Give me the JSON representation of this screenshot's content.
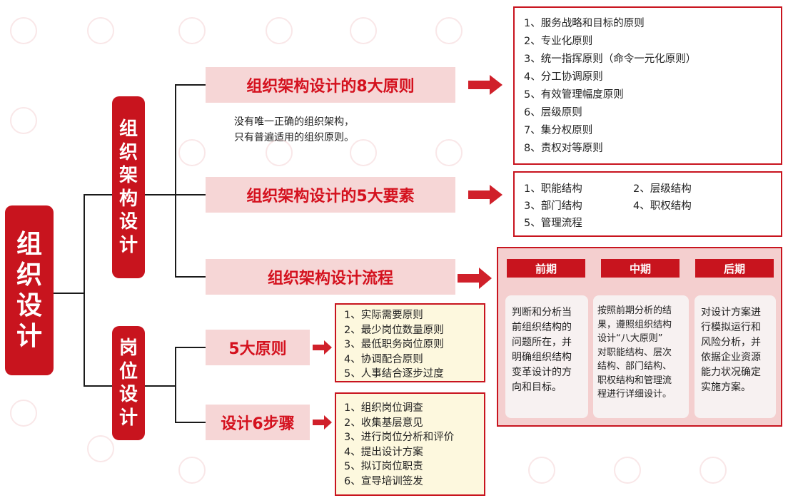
{
  "root": {
    "label": "组织设计"
  },
  "branches": [
    {
      "label": "组织架构设计",
      "topics": [
        {
          "title": "组织架构设计的8大原则",
          "note": [
            "没有唯一正确的组织架构，",
            "只有普遍适用的组织原则。"
          ],
          "items": [
            "1、服务战略和目标的原则",
            "2、专业化原则",
            "3、统一指挥原则（命令一元化原则）",
            "4、分工协调原则",
            "5、有效管理幅度原则",
            "6、层级原则",
            "7、集分权原则",
            "8、责权对等原则"
          ]
        },
        {
          "title": "组织架构设计的5大要素",
          "items": [
            "1、职能结构",
            "2、层级结构",
            "3、部门结构",
            "4、职权结构",
            "5、管理流程"
          ]
        },
        {
          "title": "组织架构设计流程",
          "phases": [
            {
              "name": "前期",
              "text": [
                "判断和分析当",
                "前组织结构的",
                "问题所在，并",
                "明确组织结构",
                "变革设计的方",
                "向和目标。"
              ]
            },
            {
              "name": "中期",
              "text": [
                "按照前期分析的结",
                "果，遵照组织结构",
                "设计“八大原则”",
                "对职能结构、层次",
                "结构、部门结构、",
                "职权结构和管理流",
                "程进行详细设计。"
              ]
            },
            {
              "name": "后期",
              "text": [
                "对设计方案进",
                "行模拟运行和",
                "风险分析，并",
                "依据企业资源",
                "能力状况确定",
                "实施方案。"
              ]
            }
          ]
        }
      ]
    },
    {
      "label": "岗位设计",
      "topics": [
        {
          "title": "5大原则",
          "items": [
            "1、实际需要原则",
            "2、最少岗位数量原则",
            "3、最低职务岗位原则",
            "4、协调配合原则",
            "5、人事结合逐步过度"
          ]
        },
        {
          "title": "设计6步骤",
          "items": [
            "1、组织岗位调查",
            "2、收集基层意见",
            "3、进行岗位分析和评价",
            "4、提出设计方案",
            "5、拟订岗位职责",
            "6、宣导培训签发"
          ]
        }
      ]
    }
  ],
  "colors": {
    "primary_red": "#c8141e",
    "banner_pink": "#f6d6d6",
    "panel_pink": "#f4cfcf",
    "note_yellow": "#fdf8de"
  }
}
